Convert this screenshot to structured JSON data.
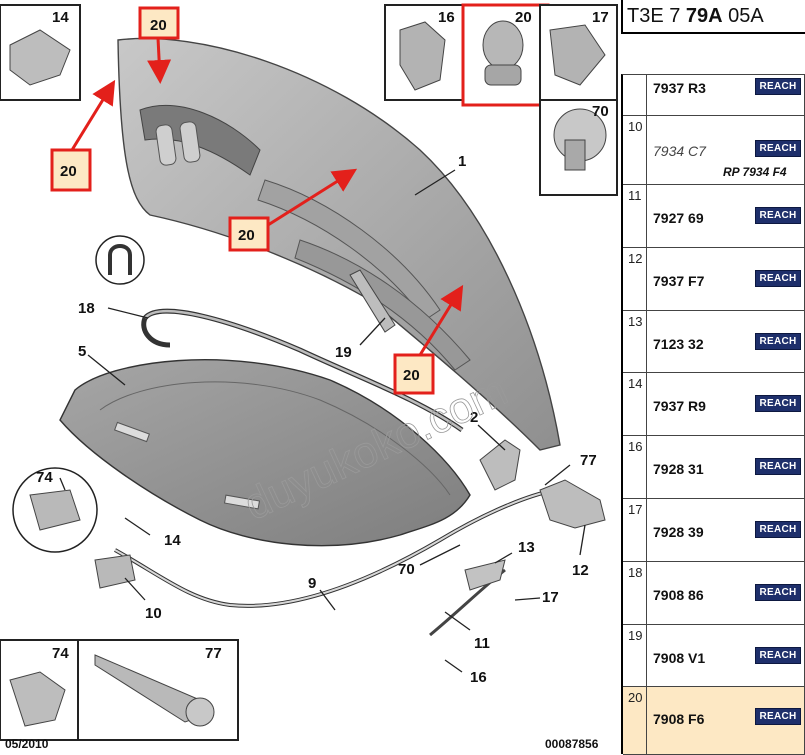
{
  "header": {
    "code_pre": "T3E 7 ",
    "code_bold": "79A",
    "code_post": " 05A"
  },
  "parts": [
    {
      "index": "",
      "ref": "7937 R3",
      "reach": "REACH"
    },
    {
      "index": "10",
      "ref": "7934 C7",
      "reach": "REACH",
      "note": "RP 7934 F4"
    },
    {
      "index": "11",
      "ref": "7927 69",
      "reach": "REACH"
    },
    {
      "index": "12",
      "ref": "7937 F7",
      "reach": "REACH"
    },
    {
      "index": "13",
      "ref": "7123 32",
      "reach": "REACH"
    },
    {
      "index": "14",
      "ref": "7937 R9",
      "reach": "REACH"
    },
    {
      "index": "16",
      "ref": "7928 31",
      "reach": "REACH"
    },
    {
      "index": "17",
      "ref": "7928 39",
      "reach": "REACH"
    },
    {
      "index": "18",
      "ref": "7908 86",
      "reach": "REACH"
    },
    {
      "index": "19",
      "ref": "7908 V1",
      "reach": "REACH"
    },
    {
      "index": "20",
      "ref": "7908 F6",
      "reach": "REACH"
    }
  ],
  "callouts": {
    "n1": "1",
    "n2": "2",
    "n5": "5",
    "n9": "9",
    "n10": "10",
    "n11": "11",
    "n12": "12",
    "n13": "13",
    "n14": "14",
    "n16": "16",
    "n17": "17",
    "n18": "18",
    "n19": "19",
    "n20": "20",
    "n70": "70",
    "n74": "74",
    "n77": "77"
  },
  "footer": {
    "date": "05/2010",
    "doc": "00087856"
  },
  "watermark": "duyukoko.com",
  "colors": {
    "highlight": "#fde8c4",
    "red": "#e3201b",
    "reach_bg": "#1e2f6b",
    "part_gray": "#9c9c9c"
  }
}
